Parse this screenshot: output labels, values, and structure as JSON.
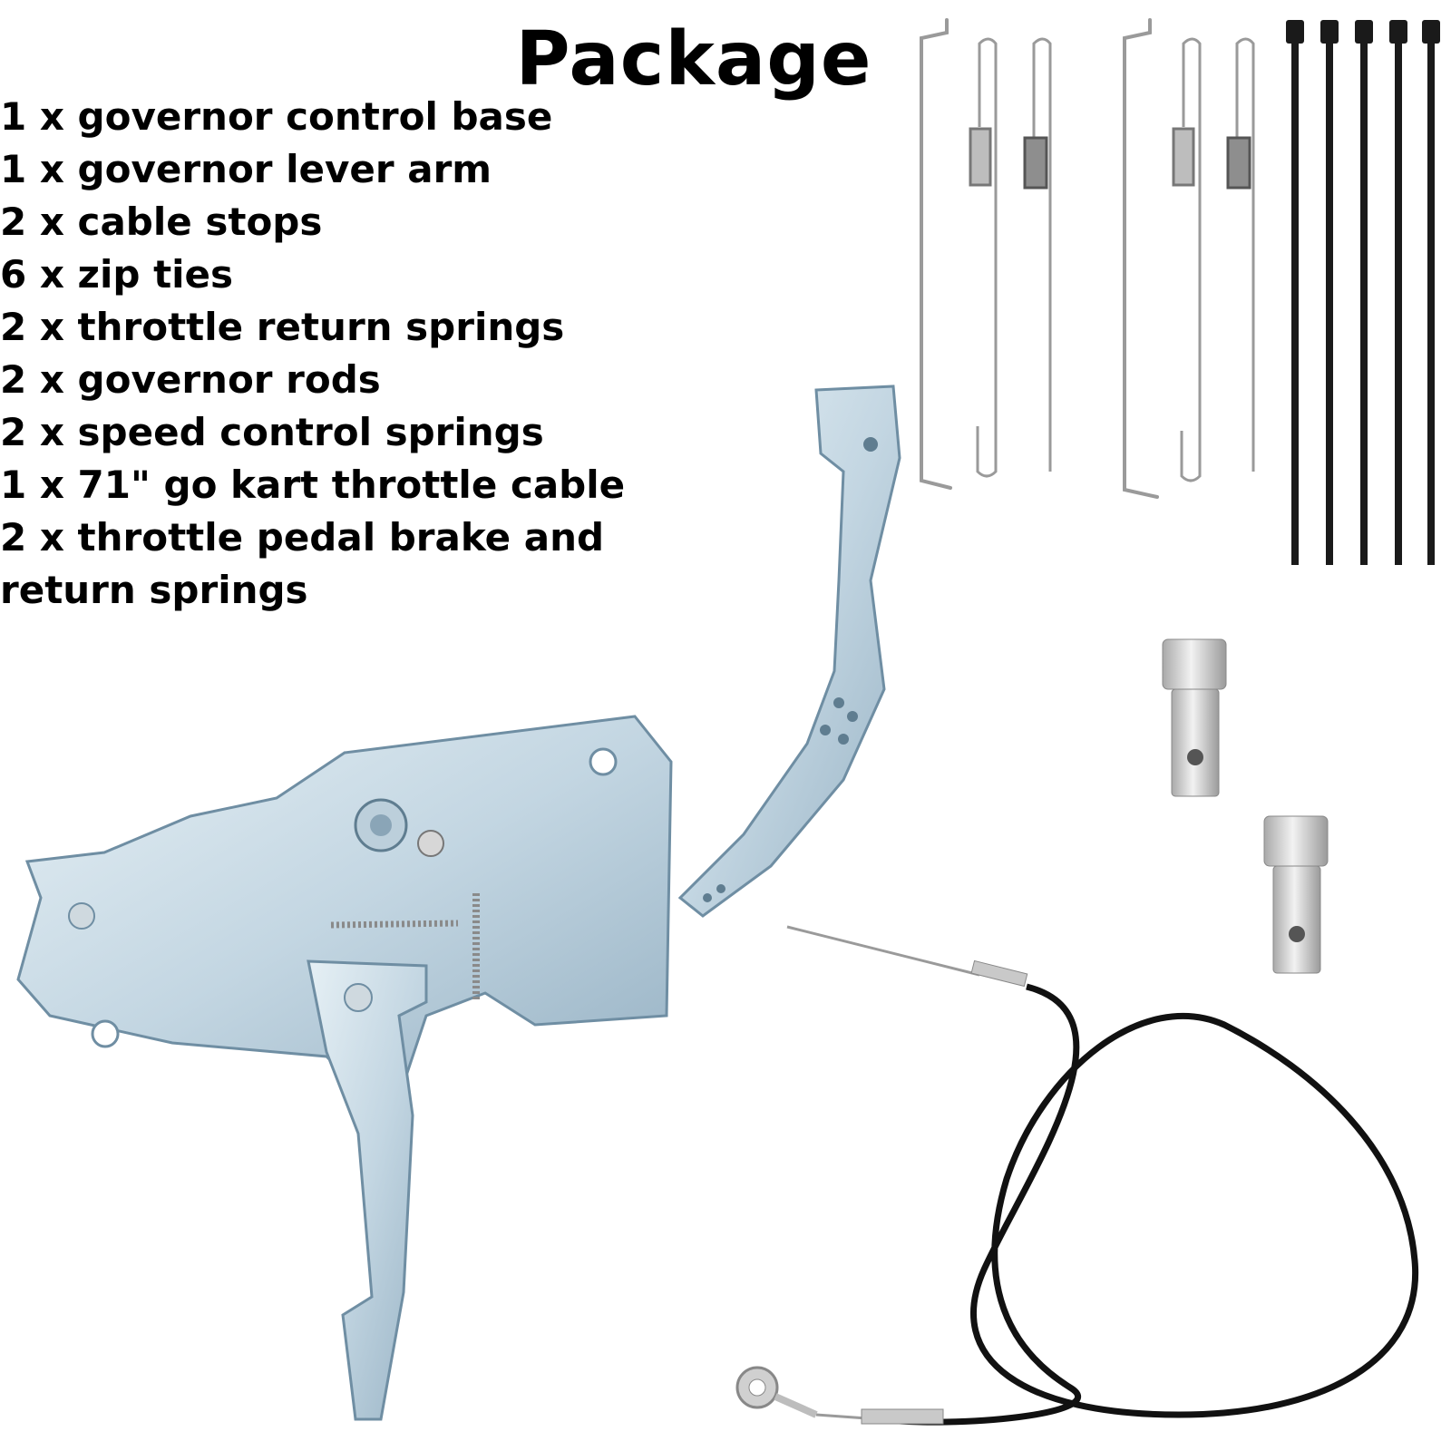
{
  "title": "Package",
  "items": [
    "1 x governor control base",
    "1 x governor lever arm",
    "2 x cable stops",
    "6 x zip ties",
    "2 x throttle return springs",
    "2 x governor rods",
    "2 x speed control springs",
    "1 x 71\" go kart throttle cable",
    "2 x throttle pedal brake and",
    "return springs"
  ],
  "colors": {
    "metal": "#cfe0ea",
    "metal_shade": "#9fb9c9",
    "metal_edge": "#6f8ea3",
    "wire": "#9a9a9a",
    "zip_tie": "#1a1a1a",
    "cable": "#111111",
    "stop": "#c8c8c8"
  },
  "icons": [
    "governor-base-icon",
    "lever-arm-icon",
    "rod-icon",
    "spring-icon",
    "zip-tie-icon",
    "cable-stop-icon",
    "throttle-cable-icon"
  ]
}
